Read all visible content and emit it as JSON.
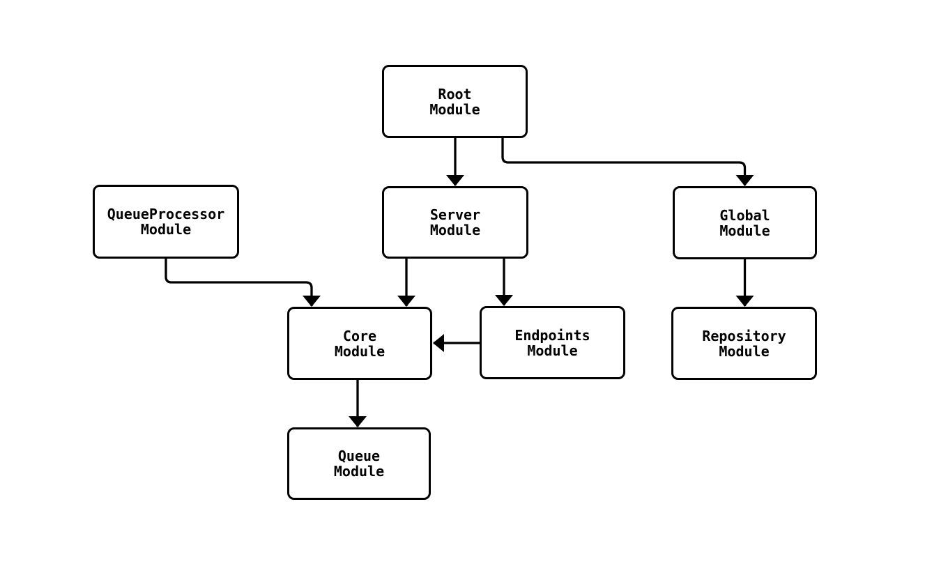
{
  "diagram": {
    "colors": {
      "stroke": "#000000",
      "node_fill": "#ffffff",
      "text": "#000000",
      "background": "#ffffff"
    },
    "nodes": [
      {
        "id": "root-module",
        "label": "Root\nModule"
      },
      {
        "id": "queueprocessor-module",
        "label": "QueueProcessor\nModule"
      },
      {
        "id": "server-module",
        "label": "Server\nModule"
      },
      {
        "id": "global-module",
        "label": "Global\nModule"
      },
      {
        "id": "core-module",
        "label": "Core\nModule"
      },
      {
        "id": "endpoints-module",
        "label": "Endpoints\nModule"
      },
      {
        "id": "repository-module",
        "label": "Repository\nModule"
      },
      {
        "id": "queue-module",
        "label": "Queue\nModule"
      }
    ],
    "edges": [
      {
        "from": "Root Module",
        "to": "Server Module"
      },
      {
        "from": "Root Module",
        "to": "Global Module"
      },
      {
        "from": "QueueProcessor Module",
        "to": "Core Module"
      },
      {
        "from": "Server Module",
        "to": "Core Module"
      },
      {
        "from": "Server Module",
        "to": "Endpoints Module"
      },
      {
        "from": "Endpoints Module",
        "to": "Core Module"
      },
      {
        "from": "Global Module",
        "to": "Repository Module"
      },
      {
        "from": "Core Module",
        "to": "Queue Module"
      }
    ]
  }
}
